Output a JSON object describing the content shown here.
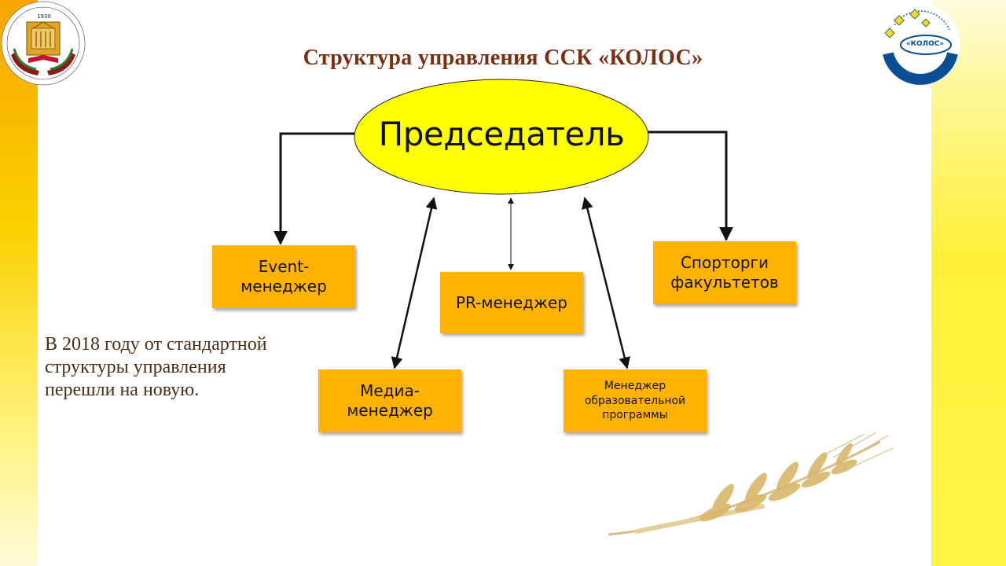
{
  "title": "Структура управления ССК «КОЛОС»",
  "root": {
    "label": "Председатель"
  },
  "roles": {
    "event": "Event-\nменеджер",
    "pr": "PR-менеджер",
    "sport": "Спорторги\nфакультетов",
    "media": "Медиа-менеджер",
    "edu": "Менеджер\nобразовательной\nпрограммы"
  },
  "note": "В 2018 году от стандартной\nструктуры управления\nперешли на новую.",
  "logos": {
    "left_year": "1930",
    "right_label": "«КОЛОС»"
  },
  "colors": {
    "ellipse": "#ffff00",
    "box": "#ffb300",
    "title": "#7a2f10",
    "note": "#4a2e14",
    "logo_blue": "#0a4f95"
  }
}
